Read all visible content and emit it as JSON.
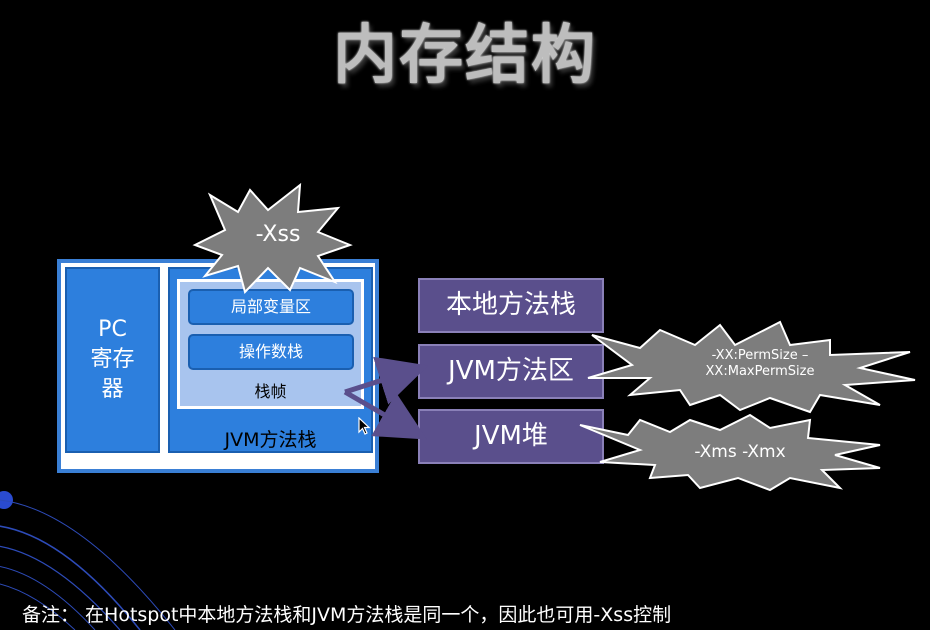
{
  "title": "内存结构",
  "pc_register": [
    "PC",
    "寄存",
    "器"
  ],
  "jvm_stack_label": "JVM方法栈",
  "stack_frame": {
    "items": [
      "局部变量区",
      "操作数栈"
    ],
    "label": "栈帧"
  },
  "right_blocks": [
    "本地方法栈",
    "JVM方法区",
    "JVM堆"
  ],
  "bursts": {
    "stack": "-Xss",
    "method_area": [
      "-XX:PermSize –",
      "XX:MaxPermSize"
    ],
    "heap": "-Xms -Xmx"
  },
  "note": "备注：  在Hotspot中本地方法栈和JVM方法栈是同一个，因此也可用-Xss控制",
  "colors": {
    "background": "#000000",
    "blue_block": "#2d7fdd",
    "purple_block": "#5a4f8c",
    "burst_fill": "#7a7a7a",
    "arrow": "#5a4f8c"
  }
}
